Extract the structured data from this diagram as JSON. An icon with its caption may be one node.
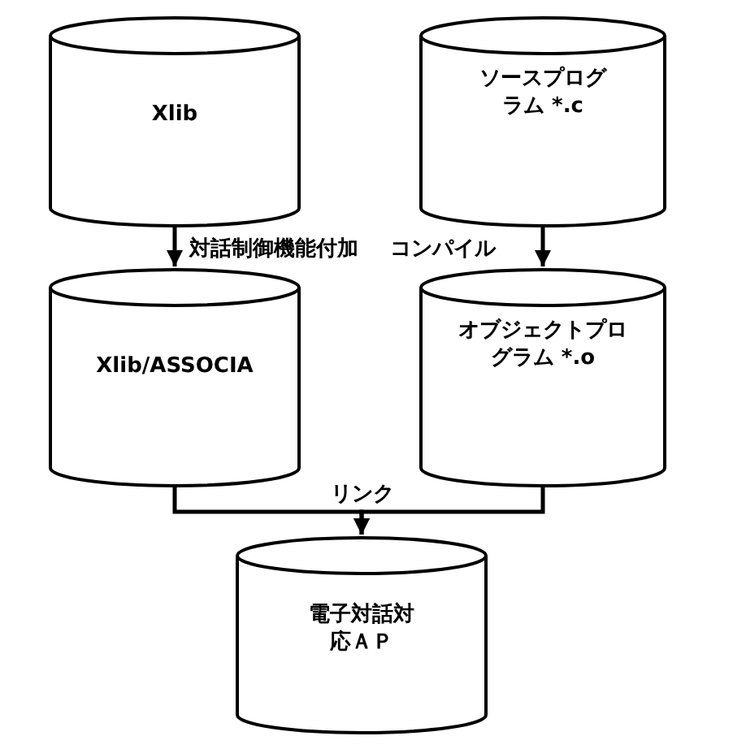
{
  "diagram": {
    "nodes": [
      {
        "text": [
          "Xlib"
        ]
      },
      {
        "text": [
          "ソースプログラム *.c"
        ]
      },
      {
        "text": [
          "Xlib/ASSOCIA"
        ]
      },
      {
        "text": [
          "オブジェクトプログラム *.o"
        ]
      },
      {
        "text": [
          "電子対話対応ＡＰ"
        ]
      }
    ],
    "edges": [
      {
        "from": 0,
        "to": 2,
        "arrow": "to",
        "label": "対話制御機能付加"
      },
      {
        "from": 1,
        "to": 3,
        "arrow": "to",
        "label": "コンパイル"
      },
      {
        "from": 2,
        "to": 4,
        "arrow": "to",
        "label": "リンク"
      },
      {
        "from": 3,
        "to": 4,
        "arrow": "to"
      }
    ]
  }
}
